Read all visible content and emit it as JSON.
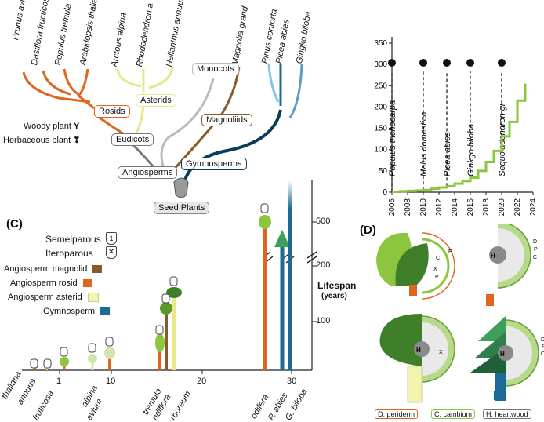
{
  "tree": {
    "species": [
      "Prunus avium",
      "Dasiflora fructicosa",
      "Populus tremula",
      "Arabidopsis thaliana",
      "Arctous alpina",
      "Rhododendron a",
      "Helianthus annuus",
      "Magnolia grand",
      "Pinus contorta",
      "Picea abies",
      "Gingko biloba"
    ],
    "clades": {
      "rosids": "Rosids",
      "asterids": "Asterids",
      "monocots": "Monocots",
      "eudicots": "Eudicots",
      "magnoliids": "Magnoliids",
      "angiosperms": "Angiosperms",
      "gymnosperms": "Gymnosperms",
      "seed_plants": "Seed Plants"
    },
    "legend": {
      "woody": "Woody plant",
      "herbaceous": "Herbaceous plant"
    },
    "colors": {
      "rosid": "#e0661f",
      "asterid": "#e8e88a",
      "magnolid": "#8b5a2b",
      "gymnosperm": "#1c6b94",
      "monocot": "#bbbbbb",
      "eudicot": "#777777"
    }
  },
  "chart_data": {
    "type": "line",
    "x": [
      2006,
      2007,
      2008,
      2009,
      2010,
      2011,
      2012,
      2013,
      2014,
      2015,
      2016,
      2017,
      2018,
      2019,
      2020,
      2021,
      2022,
      2023
    ],
    "values": [
      1,
      2,
      3,
      4,
      5,
      8,
      11,
      14,
      20,
      26,
      34,
      50,
      71,
      97,
      131,
      165,
      215,
      255
    ],
    "xticks": [
      "2006",
      "2008",
      "2010",
      "2012",
      "2014",
      "2016",
      "2018",
      "2020",
      "2022",
      "2024"
    ],
    "yticks": [
      "0",
      "50",
      "100",
      "150",
      "200",
      "250",
      "300",
      "350"
    ],
    "ylim": [
      0,
      350
    ],
    "xlim": [
      2006,
      2024
    ],
    "annotations": [
      {
        "label": "Populus trichocarpa",
        "x": 2006
      },
      {
        "label": "Malus domestica",
        "x": 2010
      },
      {
        "label": "Picea abies",
        "x": 2013
      },
      {
        "label": "Ginkgo biloba",
        "x": 2016
      },
      {
        "label": "Sequoiadendron gi",
        "x": 2020
      }
    ],
    "line_color": "#8cc63f"
  },
  "panel_c": {
    "label": "(C)",
    "semelparous": "Semelparous",
    "iteroparous": "Iteroparous",
    "sem_icon": "1",
    "legend": [
      "Angiosperm magnolid",
      "Angiosperm rosid",
      "Angiosperm asterid",
      "Gymnosperm"
    ],
    "ylabel_1": "Lifespan",
    "ylabel_2": "(years)",
    "yticks": [
      "100",
      "200",
      "500"
    ],
    "xticks": [
      "1",
      "10",
      "20",
      "30"
    ],
    "xlabels": [
      "thaliana",
      "annuus",
      "fruticosa",
      "alpina",
      "avium",
      "tremula",
      "ndiflora",
      "rboreum",
      "odifera",
      "P. abies",
      "G. biloba"
    ]
  },
  "panel_d": {
    "label": "(D)",
    "letters": {
      "periderm": "P",
      "cambium": "C",
      "xylem": "X",
      "heartwood": "H",
      "d": "D",
      "e": "E"
    },
    "legend": [
      "D: periderm",
      "C: cambium",
      "H: heartwood"
    ]
  }
}
